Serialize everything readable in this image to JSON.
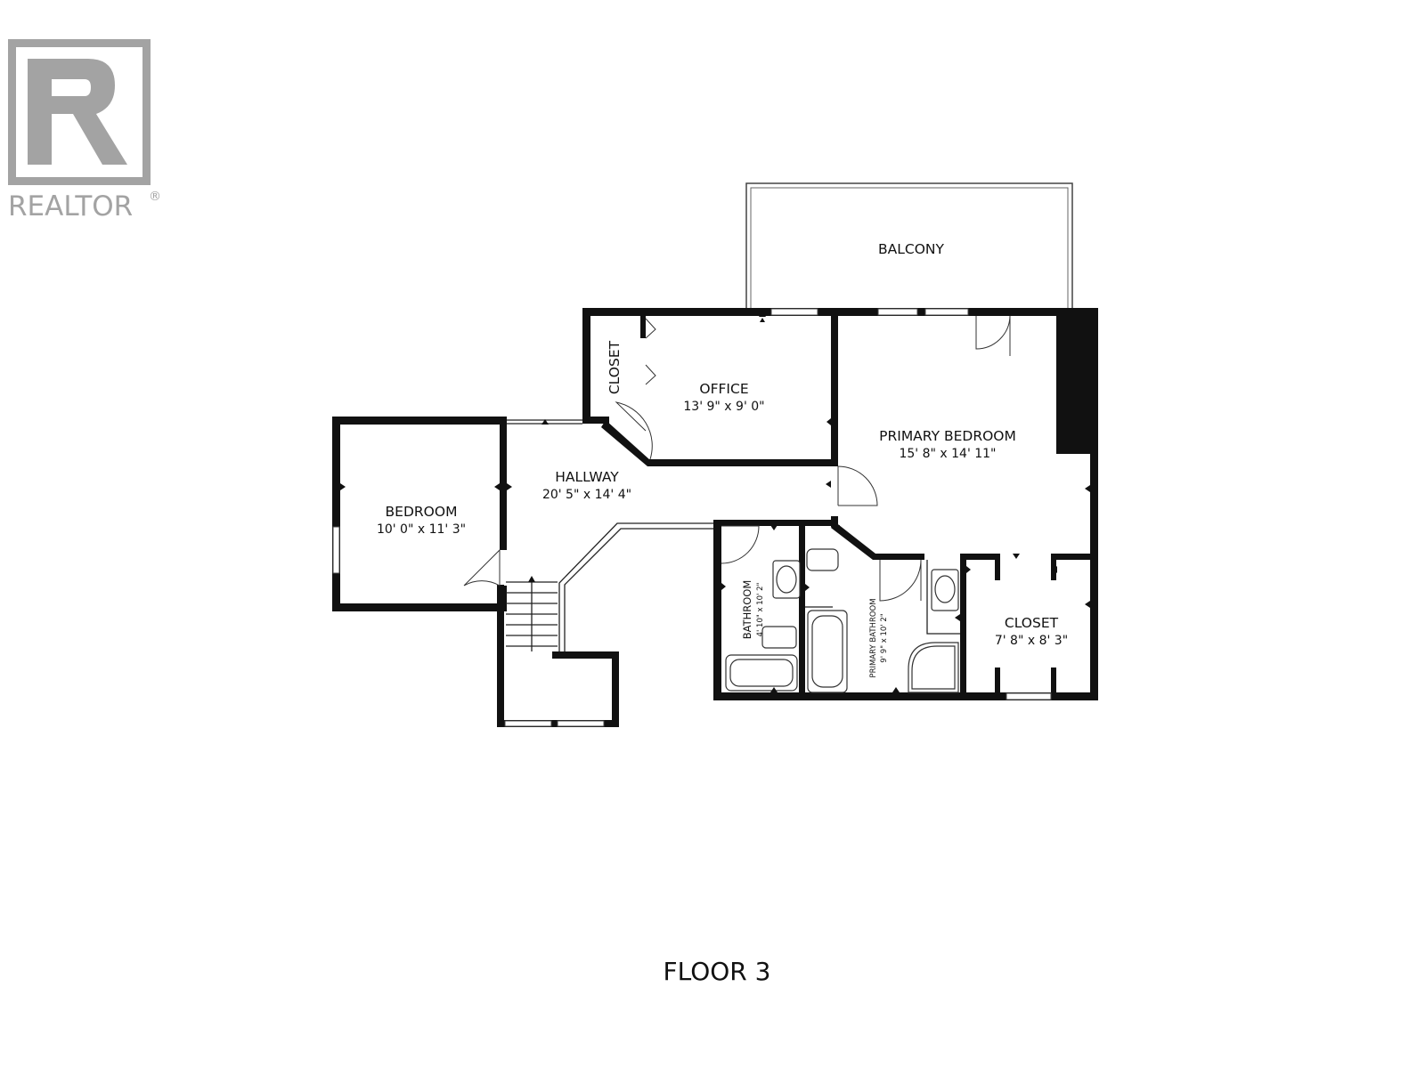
{
  "logo": {
    "text": "REALTOR",
    "mark": "®"
  },
  "rooms": {
    "balcony": {
      "name": "BALCONY"
    },
    "closet_office": {
      "name": "CLOSET"
    },
    "office": {
      "name": "OFFICE",
      "dims": "13' 9\" x 9' 0\""
    },
    "primary_bedroom": {
      "name": "PRIMARY BEDROOM",
      "dims": "15' 8\" x 14' 11\""
    },
    "hallway": {
      "name": "HALLWAY",
      "dims": "20' 5\" x 14' 4\""
    },
    "bedroom": {
      "name": "BEDROOM",
      "dims": "10' 0\" x 11' 3\""
    },
    "bathroom": {
      "name": "BATHROOM",
      "dims": "4' 10\" x 10' 2\""
    },
    "primary_bathroom": {
      "name": "PRIMARY BATHROOM",
      "dims": "9' 9\" x 10' 2\""
    },
    "closet_primary": {
      "name": "CLOSET",
      "dims": "7' 8\" x 8' 3\""
    }
  },
  "floor_label": "FLOOR 3"
}
